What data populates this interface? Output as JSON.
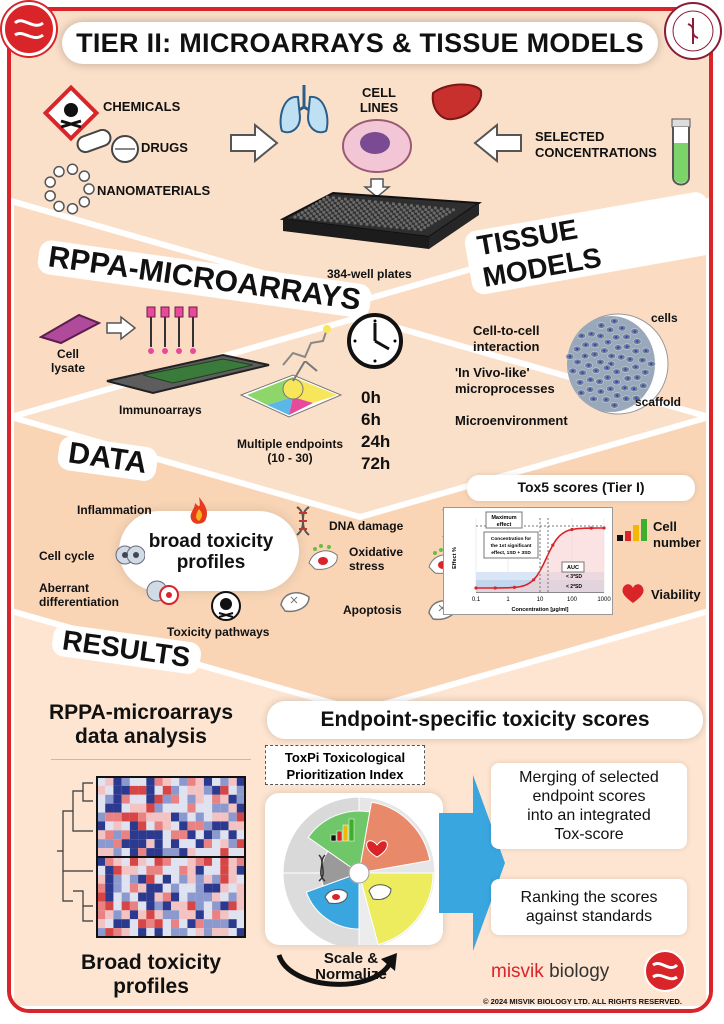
{
  "title": "TIER II: MICROARRAYS & TISSUE MODELS",
  "inputs": {
    "chemicals": "CHEMICALS",
    "drugs": "DRUGS",
    "nanomaterials": "NANOMATERIALS",
    "cell_lines": "CELL LINES",
    "selected_concentrations_1": "SELECTED",
    "selected_concentrations_2": "CONCENTRATIONS",
    "plates": "384-well plates"
  },
  "rppa": {
    "heading": "RPPA-MICROARRAYS",
    "cell_lysate_1": "Cell",
    "cell_lysate_2": "lysate",
    "immunoarrays": "Immunoarrays",
    "multiple_endpoints": "Multiple endpoints",
    "endpoint_range": "(10 - 30)",
    "times": [
      "0h",
      "6h",
      "24h",
      "72h"
    ]
  },
  "tissue": {
    "heading": "TISSUE MODELS",
    "cell_to_cell_1": "Cell-to-cell",
    "cell_to_cell_2": "interaction",
    "in_vivo_1": "'In Vivo-like'",
    "in_vivo_2": "microprocesses",
    "microenvironment": "Microenvironment",
    "cells": "cells",
    "scaffold": "scaffold"
  },
  "data": {
    "heading": "DATA",
    "center_1": "broad toxicity",
    "center_2": "profiles",
    "inflammation": "Inflammation",
    "dna_damage": "DNA damage",
    "cell_cycle": "Cell cycle",
    "oxidative_1": "Oxidative",
    "oxidative_2": "stress",
    "aberrant_1": "Aberrant",
    "aberrant_2": "differentiation",
    "apoptosis": "Apoptosis",
    "toxicity_pathways": "Toxicity pathways",
    "tox5": "Tox5 scores (Tier I)",
    "cell_number_1": "Cell",
    "cell_number_2": "number",
    "viability": "Viability",
    "chart": {
      "max_effect_1": "Maximum",
      "max_effect_2": "effect",
      "conc_note_1": "Concentration for",
      "conc_note_2": "the 1st significant",
      "conc_note_3": "effect, 1SD + 3SD",
      "auc": "AUC",
      "sd3": "< 3*SD",
      "sd2": "< 2*SD",
      "ylabel": "Effect %",
      "xlabel": "Concentration [µg/ml]",
      "xticks": [
        "0.1",
        "1",
        "10",
        "100",
        "1000"
      ]
    }
  },
  "results": {
    "heading": "RESULTS",
    "rppa_analysis_1": "RPPA-microarrays",
    "rppa_analysis_2": "data analysis",
    "broad_1": "Broad toxicity",
    "broad_2": "profiles",
    "endpoint_scores": "Endpoint-specific toxicity scores",
    "toxpi_1": "ToxPi Toxicological",
    "toxpi_2": "Prioritization Index",
    "scale_1": "Scale &",
    "scale_2": "Normalize",
    "merging_1": "Merging of selected",
    "merging_2": "endpoint scores",
    "merging_3": "into an integrated",
    "merging_4": "Tox-score",
    "ranking_1": "Ranking the scores",
    "ranking_2": "against standards"
  },
  "brand": {
    "misvik": "misvik",
    "biology": "biology",
    "copyright": "© 2024 MISVIK BIOLOGY LTD. ALL RIGHTS RESERVED."
  },
  "colors": {
    "accent_red": "#d9242a",
    "background": "#fbe0c9",
    "arrow_blue": "#3aa6e0"
  }
}
